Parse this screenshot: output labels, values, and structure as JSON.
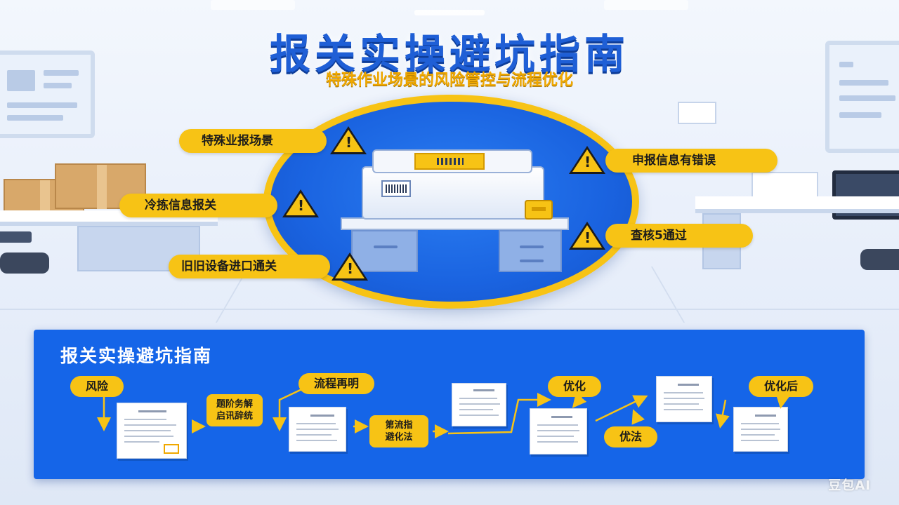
{
  "header": {
    "title": "报关实操避坑指南",
    "subtitle": "特殊作业场景的风险管控与流程优化"
  },
  "scenario_labels": [
    {
      "text": "特殊业报场景",
      "icon": "warning-icon"
    },
    {
      "text": "冷拣信息报关",
      "icon": "warning-icon"
    },
    {
      "text": "旧旧设备进口通关",
      "icon": "warning-icon"
    },
    {
      "text": "申报信息有错误",
      "icon": "warning-icon"
    },
    {
      "text": "查核5通过",
      "icon": "warning-icon"
    }
  ],
  "warning_glyph": "!",
  "panel": {
    "title": "报关实操避坑指南",
    "steps": {
      "risk": "风险",
      "process": "流程再明",
      "box1_line1": "题阶务解",
      "box1_line2": "启讯辞统",
      "box2_line1": "第流指",
      "box2_line2": "避化法",
      "optimize": "优化",
      "method": "优法",
      "after": "优化后"
    }
  },
  "watermark": "豆包AI",
  "colors": {
    "accent_blue": "#1565e8",
    "accent_yellow": "#f7c315",
    "title_blue": "#1f5fd6",
    "subtitle_gold": "#f0a800"
  }
}
